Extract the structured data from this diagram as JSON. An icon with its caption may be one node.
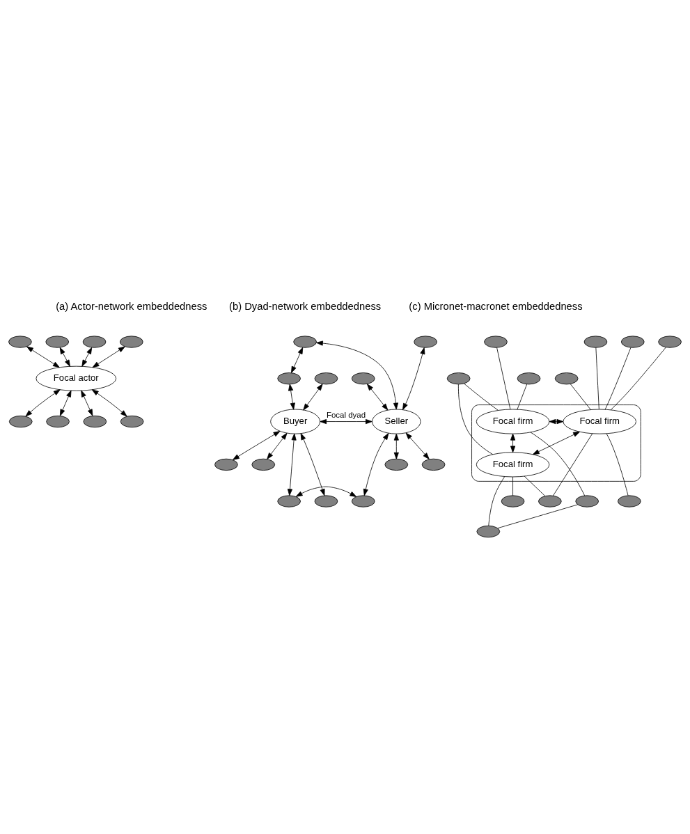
{
  "diagram": {
    "nodes": [
      {
        "text": [
          "Focal actor"
        ]
      },
      {
        "text": [],
        "shape": "ellipse"
      },
      {
        "text": [],
        "shape": "ellipse"
      },
      {
        "text": [],
        "shape": "ellipse"
      },
      {
        "text": [],
        "shape": "ellipse"
      },
      {
        "text": [],
        "shape": "ellipse"
      },
      {
        "text": [],
        "shape": "ellipse"
      },
      {
        "text": [],
        "shape": "ellipse"
      },
      {
        "text": [],
        "shape": "ellipse"
      },
      {
        "text": [
          "Buyer"
        ]
      },
      {
        "text": [
          "Seller"
        ]
      },
      {
        "text": [],
        "shape": "ellipse"
      },
      {
        "text": [],
        "shape": "ellipse"
      },
      {
        "text": [],
        "shape": "ellipse"
      },
      {
        "text": [],
        "shape": "ellipse"
      },
      {
        "text": [],
        "shape": "ellipse"
      },
      {
        "text": [],
        "shape": "ellipse"
      },
      {
        "text": [],
        "shape": "ellipse"
      },
      {
        "text": [],
        "shape": "ellipse"
      },
      {
        "text": [],
        "shape": "ellipse"
      },
      {
        "text": [],
        "shape": "ellipse"
      },
      {
        "text": [],
        "shape": "ellipse"
      },
      {
        "text": [],
        "shape": "ellipse"
      },
      {
        "text": [],
        "shape": "box"
      },
      {
        "text": [
          "Focal firm"
        ],
        "in": 23
      },
      {
        "text": [
          "Focal firm"
        ],
        "in": 23
      },
      {
        "text": [
          "Focal firm"
        ],
        "in": 23
      },
      {
        "text": [],
        "shape": "ellipse"
      },
      {
        "text": [],
        "shape": "ellipse"
      },
      {
        "text": [],
        "shape": "ellipse"
      },
      {
        "text": [],
        "shape": "ellipse"
      },
      {
        "text": [],
        "shape": "ellipse"
      },
      {
        "text": [],
        "shape": "ellipse"
      },
      {
        "text": [],
        "shape": "ellipse"
      },
      {
        "text": [],
        "shape": "ellipse"
      },
      {
        "text": [],
        "shape": "ellipse"
      },
      {
        "text": [],
        "shape": "ellipse"
      },
      {
        "text": [],
        "shape": "ellipse"
      },
      {
        "text": [],
        "shape": "ellipse"
      }
    ],
    "edges": [
      {
        "from": 0,
        "to": 1,
        "arrow": "both"
      },
      {
        "from": 0,
        "to": 2,
        "arrow": "both"
      },
      {
        "from": 0,
        "to": 3,
        "arrow": "both"
      },
      {
        "from": 0,
        "to": 4,
        "arrow": "both"
      },
      {
        "from": 0,
        "to": 5,
        "arrow": "both"
      },
      {
        "from": 0,
        "to": 6,
        "arrow": "both"
      },
      {
        "from": 0,
        "to": 7,
        "arrow": "both"
      },
      {
        "from": 0,
        "to": 8,
        "arrow": "both"
      },
      {
        "from": 9,
        "to": 10,
        "label": "Focal dyad",
        "arrow": "both"
      },
      {
        "from": 11,
        "to": 14,
        "arrow": "both"
      },
      {
        "from": 11,
        "to": 10,
        "arrow": "both"
      },
      {
        "from": 12,
        "to": 10,
        "arrow": "both"
      },
      {
        "from": 13,
        "to": 9,
        "arrow": "both"
      },
      {
        "from": 14,
        "to": 9,
        "arrow": "both"
      },
      {
        "from": 15,
        "to": 10,
        "arrow": "both"
      },
      {
        "from": 16,
        "to": 9,
        "arrow": "both"
      },
      {
        "from": 17,
        "to": 9,
        "arrow": "both"
      },
      {
        "from": 18,
        "to": 10,
        "arrow": "both"
      },
      {
        "from": 19,
        "to": 10,
        "arrow": "both"
      },
      {
        "from": 20,
        "to": 9,
        "arrow": "both"
      },
      {
        "from": 20,
        "to": 21,
        "arrow": "both"
      },
      {
        "from": 21,
        "to": 10,
        "arrow": "both"
      },
      {
        "from": 22,
        "to": 9,
        "arrow": "both"
      },
      {
        "from": 24,
        "to": 25,
        "arrow": "both"
      },
      {
        "from": 24,
        "to": 26,
        "arrow": "both"
      },
      {
        "from": 26,
        "to": 25,
        "arrow": "both"
      },
      {
        "from": 27,
        "to": 24,
        "arrow": "none"
      },
      {
        "from": 28,
        "to": 25,
        "arrow": "none"
      },
      {
        "from": 29,
        "to": 25,
        "arrow": "none"
      },
      {
        "from": 30,
        "to": 24,
        "arrow": "none"
      },
      {
        "from": 31,
        "to": 25,
        "arrow": "none"
      },
      {
        "from": 32,
        "to": 24,
        "arrow": "none"
      },
      {
        "from": 32,
        "to": 26,
        "arrow": "none"
      },
      {
        "from": 33,
        "to": 25,
        "arrow": "none"
      },
      {
        "from": 34,
        "to": 24,
        "arrow": "none"
      },
      {
        "from": 34,
        "to": 36,
        "arrow": "none"
      },
      {
        "from": 35,
        "to": 26,
        "arrow": "none"
      },
      {
        "from": 35,
        "to": 25,
        "arrow": "none"
      },
      {
        "from": 36,
        "to": 26,
        "arrow": "none"
      },
      {
        "from": 37,
        "to": 25,
        "arrow": "none"
      },
      {
        "from": 38,
        "to": 26,
        "arrow": "none"
      }
    ],
    "labels": [
      "(a) Actor-network embeddedness",
      "(b) Dyad-network embeddedness",
      "(c) Micronet-macronet embeddedness"
    ]
  }
}
